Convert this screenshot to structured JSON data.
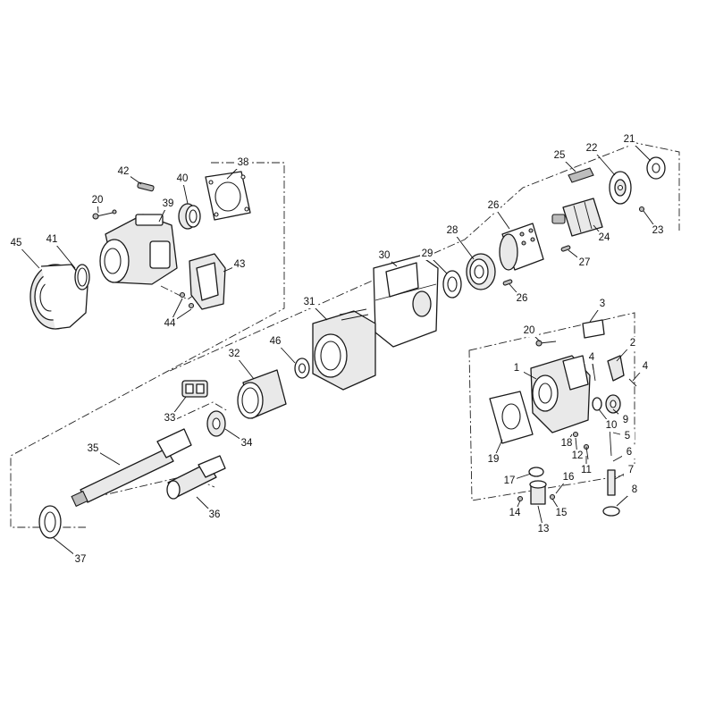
{
  "callouts": [
    {
      "label": "1"
    },
    {
      "label": "2"
    },
    {
      "label": "3"
    },
    {
      "label": "4"
    },
    {
      "label": "4"
    },
    {
      "label": "5"
    },
    {
      "label": "6"
    },
    {
      "label": "7"
    },
    {
      "label": "8"
    },
    {
      "label": "9"
    },
    {
      "label": "10"
    },
    {
      "label": "11"
    },
    {
      "label": "12"
    },
    {
      "label": "13"
    },
    {
      "label": "14"
    },
    {
      "label": "15"
    },
    {
      "label": "16"
    },
    {
      "label": "17"
    },
    {
      "label": "18"
    },
    {
      "label": "19"
    },
    {
      "label": "20"
    },
    {
      "label": "20"
    },
    {
      "label": "21"
    },
    {
      "label": "22"
    },
    {
      "label": "23"
    },
    {
      "label": "24"
    },
    {
      "label": "25"
    },
    {
      "label": "26"
    },
    {
      "label": "26"
    },
    {
      "label": "27"
    },
    {
      "label": "28"
    },
    {
      "label": "29"
    },
    {
      "label": "30"
    },
    {
      "label": "31"
    },
    {
      "label": "32"
    },
    {
      "label": "33"
    },
    {
      "label": "34"
    },
    {
      "label": "35"
    },
    {
      "label": "36"
    },
    {
      "label": "37"
    },
    {
      "label": "38"
    },
    {
      "label": "39"
    },
    {
      "label": "40"
    },
    {
      "label": "41"
    },
    {
      "label": "42"
    },
    {
      "label": "43"
    },
    {
      "label": "44"
    },
    {
      "label": "44"
    },
    {
      "label": "45"
    },
    {
      "label": "46"
    }
  ]
}
